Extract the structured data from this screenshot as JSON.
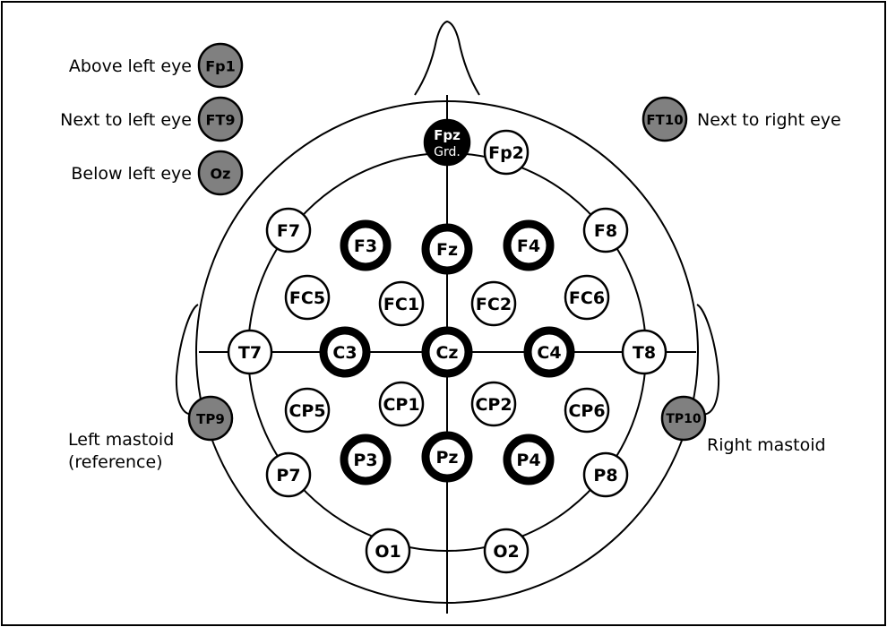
{
  "electrodes": {
    "fpz": {
      "label": "Fpz",
      "sublabel": "Grd."
    },
    "fp2": {
      "label": "Fp2"
    },
    "f7": {
      "label": "F7"
    },
    "f3": {
      "label": "F3"
    },
    "fz": {
      "label": "Fz"
    },
    "f4": {
      "label": "F4"
    },
    "f8": {
      "label": "F8"
    },
    "fc5": {
      "label": "FC5"
    },
    "fc1": {
      "label": "FC1"
    },
    "fc2": {
      "label": "FC2"
    },
    "fc6": {
      "label": "FC6"
    },
    "t7": {
      "label": "T7"
    },
    "c3": {
      "label": "C3"
    },
    "cz": {
      "label": "Cz"
    },
    "c4": {
      "label": "C4"
    },
    "t8": {
      "label": "T8"
    },
    "cp5": {
      "label": "CP5"
    },
    "cp1": {
      "label": "CP1"
    },
    "cp2": {
      "label": "CP2"
    },
    "cp6": {
      "label": "CP6"
    },
    "p7": {
      "label": "P7"
    },
    "p3": {
      "label": "P3"
    },
    "pz": {
      "label": "Pz"
    },
    "p4": {
      "label": "P4"
    },
    "p8": {
      "label": "P8"
    },
    "o1": {
      "label": "O1"
    },
    "o2": {
      "label": "O2"
    },
    "fp1": {
      "label": "Fp1"
    },
    "ft9": {
      "label": "FT9"
    },
    "oz": {
      "label": "Oz"
    },
    "ft10": {
      "label": "FT10"
    },
    "tp9": {
      "label": "TP9"
    },
    "tp10": {
      "label": "TP10"
    }
  },
  "annotations": {
    "fp1": "Above left eye",
    "ft9": "Next to left eye",
    "oz": "Below left eye",
    "ft10": "Next to right eye",
    "tp9_line1": "Left mastoid",
    "tp9_line2": "(reference)",
    "tp10": "Right mastoid"
  },
  "colors": {
    "outline": "#000000",
    "white_fill": "#ffffff",
    "gray_fill": "#808080",
    "black_fill": "#000000"
  }
}
